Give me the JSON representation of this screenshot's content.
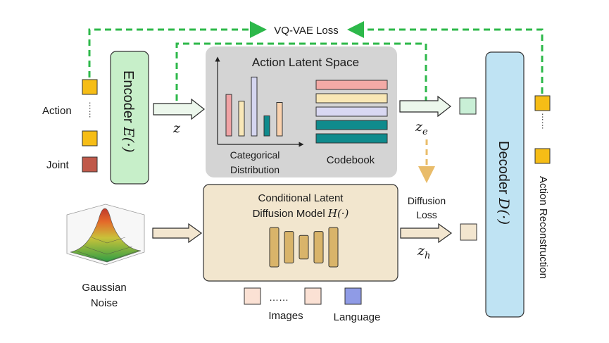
{
  "labels": {
    "vq_vae_loss": "VQ-VAE Loss",
    "action": "Action",
    "joint": "Joint",
    "dots": "……",
    "encoder": "Encoder ",
    "encoder_math": "E(·)",
    "z": "z",
    "action_latent_space": "Action Latent Space",
    "categorical_line1": "Categorical",
    "categorical_line2": "Distribution",
    "codebook": "Codebook",
    "ze": "z",
    "ze_sub": "e",
    "diffusion_loss_line1": "Diffusion",
    "diffusion_loss_line2": "Loss",
    "zh": "z",
    "zh_sub": "h",
    "cldm_line1": "Conditional Latent",
    "cldm_line2": "Diffusion Model ",
    "cldm_math": "H(·)",
    "gaussian_line1": "Gaussian",
    "gaussian_line2": "Noise",
    "images": "Images",
    "language": "Language",
    "decoder": "Decoder ",
    "decoder_math": "D(·)",
    "action_reconstruction": "Action Reconstruction"
  },
  "colors": {
    "loss_dashed": "#2db84a",
    "diffusion_dashed": "#e9bc6a",
    "encoder_fill": "#c7efc9",
    "decoder_fill": "#bfe3f3",
    "latent_space_fill": "#d4d4d4",
    "cldm_fill": "#f2e6ce",
    "token_yellow": "#f6bd16",
    "token_joint": "#c0594a",
    "token_green": "#c9efd6",
    "token_cream": "#f3e6cf",
    "token_image": "#fbe1d4",
    "token_language": "#8f9be6",
    "arrow_fill": "#ecf7ec"
  },
  "categorical_bars": [
    {
      "value": 0.62,
      "color": "#f0a3a5"
    },
    {
      "value": 0.52,
      "color": "#f9e8b8"
    },
    {
      "value": 0.88,
      "color": "#d5d6f0"
    },
    {
      "value": 0.3,
      "color": "#0f8b8d"
    },
    {
      "value": 0.5,
      "color": "#fad2ae"
    }
  ],
  "codebook_entries": [
    "#f4aaa6",
    "#f9e7b5",
    "#d9d8f2",
    "#0f8b8d",
    "#0f8b8d"
  ],
  "unet_blocks": [
    1.0,
    0.8,
    0.6,
    0.8,
    1.0
  ]
}
